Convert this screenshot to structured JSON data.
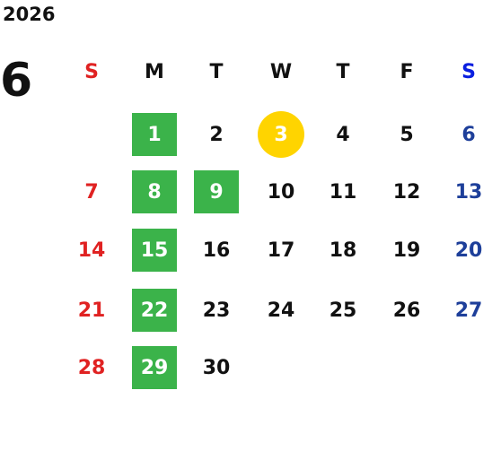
{
  "calendar": {
    "year": "2026",
    "month": "6",
    "weekday_headers": [
      "S",
      "M",
      "T",
      "W",
      "T",
      "F",
      "S"
    ],
    "weeks": [
      [
        "",
        "1",
        "2",
        "3",
        "4",
        "5",
        "6"
      ],
      [
        "7",
        "8",
        "9",
        "10",
        "11",
        "12",
        "13"
      ],
      [
        "14",
        "15",
        "16",
        "17",
        "18",
        "19",
        "20"
      ],
      [
        "21",
        "22",
        "23",
        "24",
        "25",
        "26",
        "27"
      ],
      [
        "28",
        "29",
        "30",
        "",
        "",
        "",
        ""
      ]
    ],
    "highlighted_green_days": [
      "1",
      "8",
      "9",
      "15",
      "22",
      "29"
    ],
    "highlighted_circle_day": "3"
  },
  "colors": {
    "sunday": "#e02222",
    "saturday_header": "#0a1fe0",
    "saturday_dates": "#1e3f9a",
    "highlight_green": "#3bb34a",
    "today_circle": "#ffd400",
    "default_text": "#111111"
  }
}
